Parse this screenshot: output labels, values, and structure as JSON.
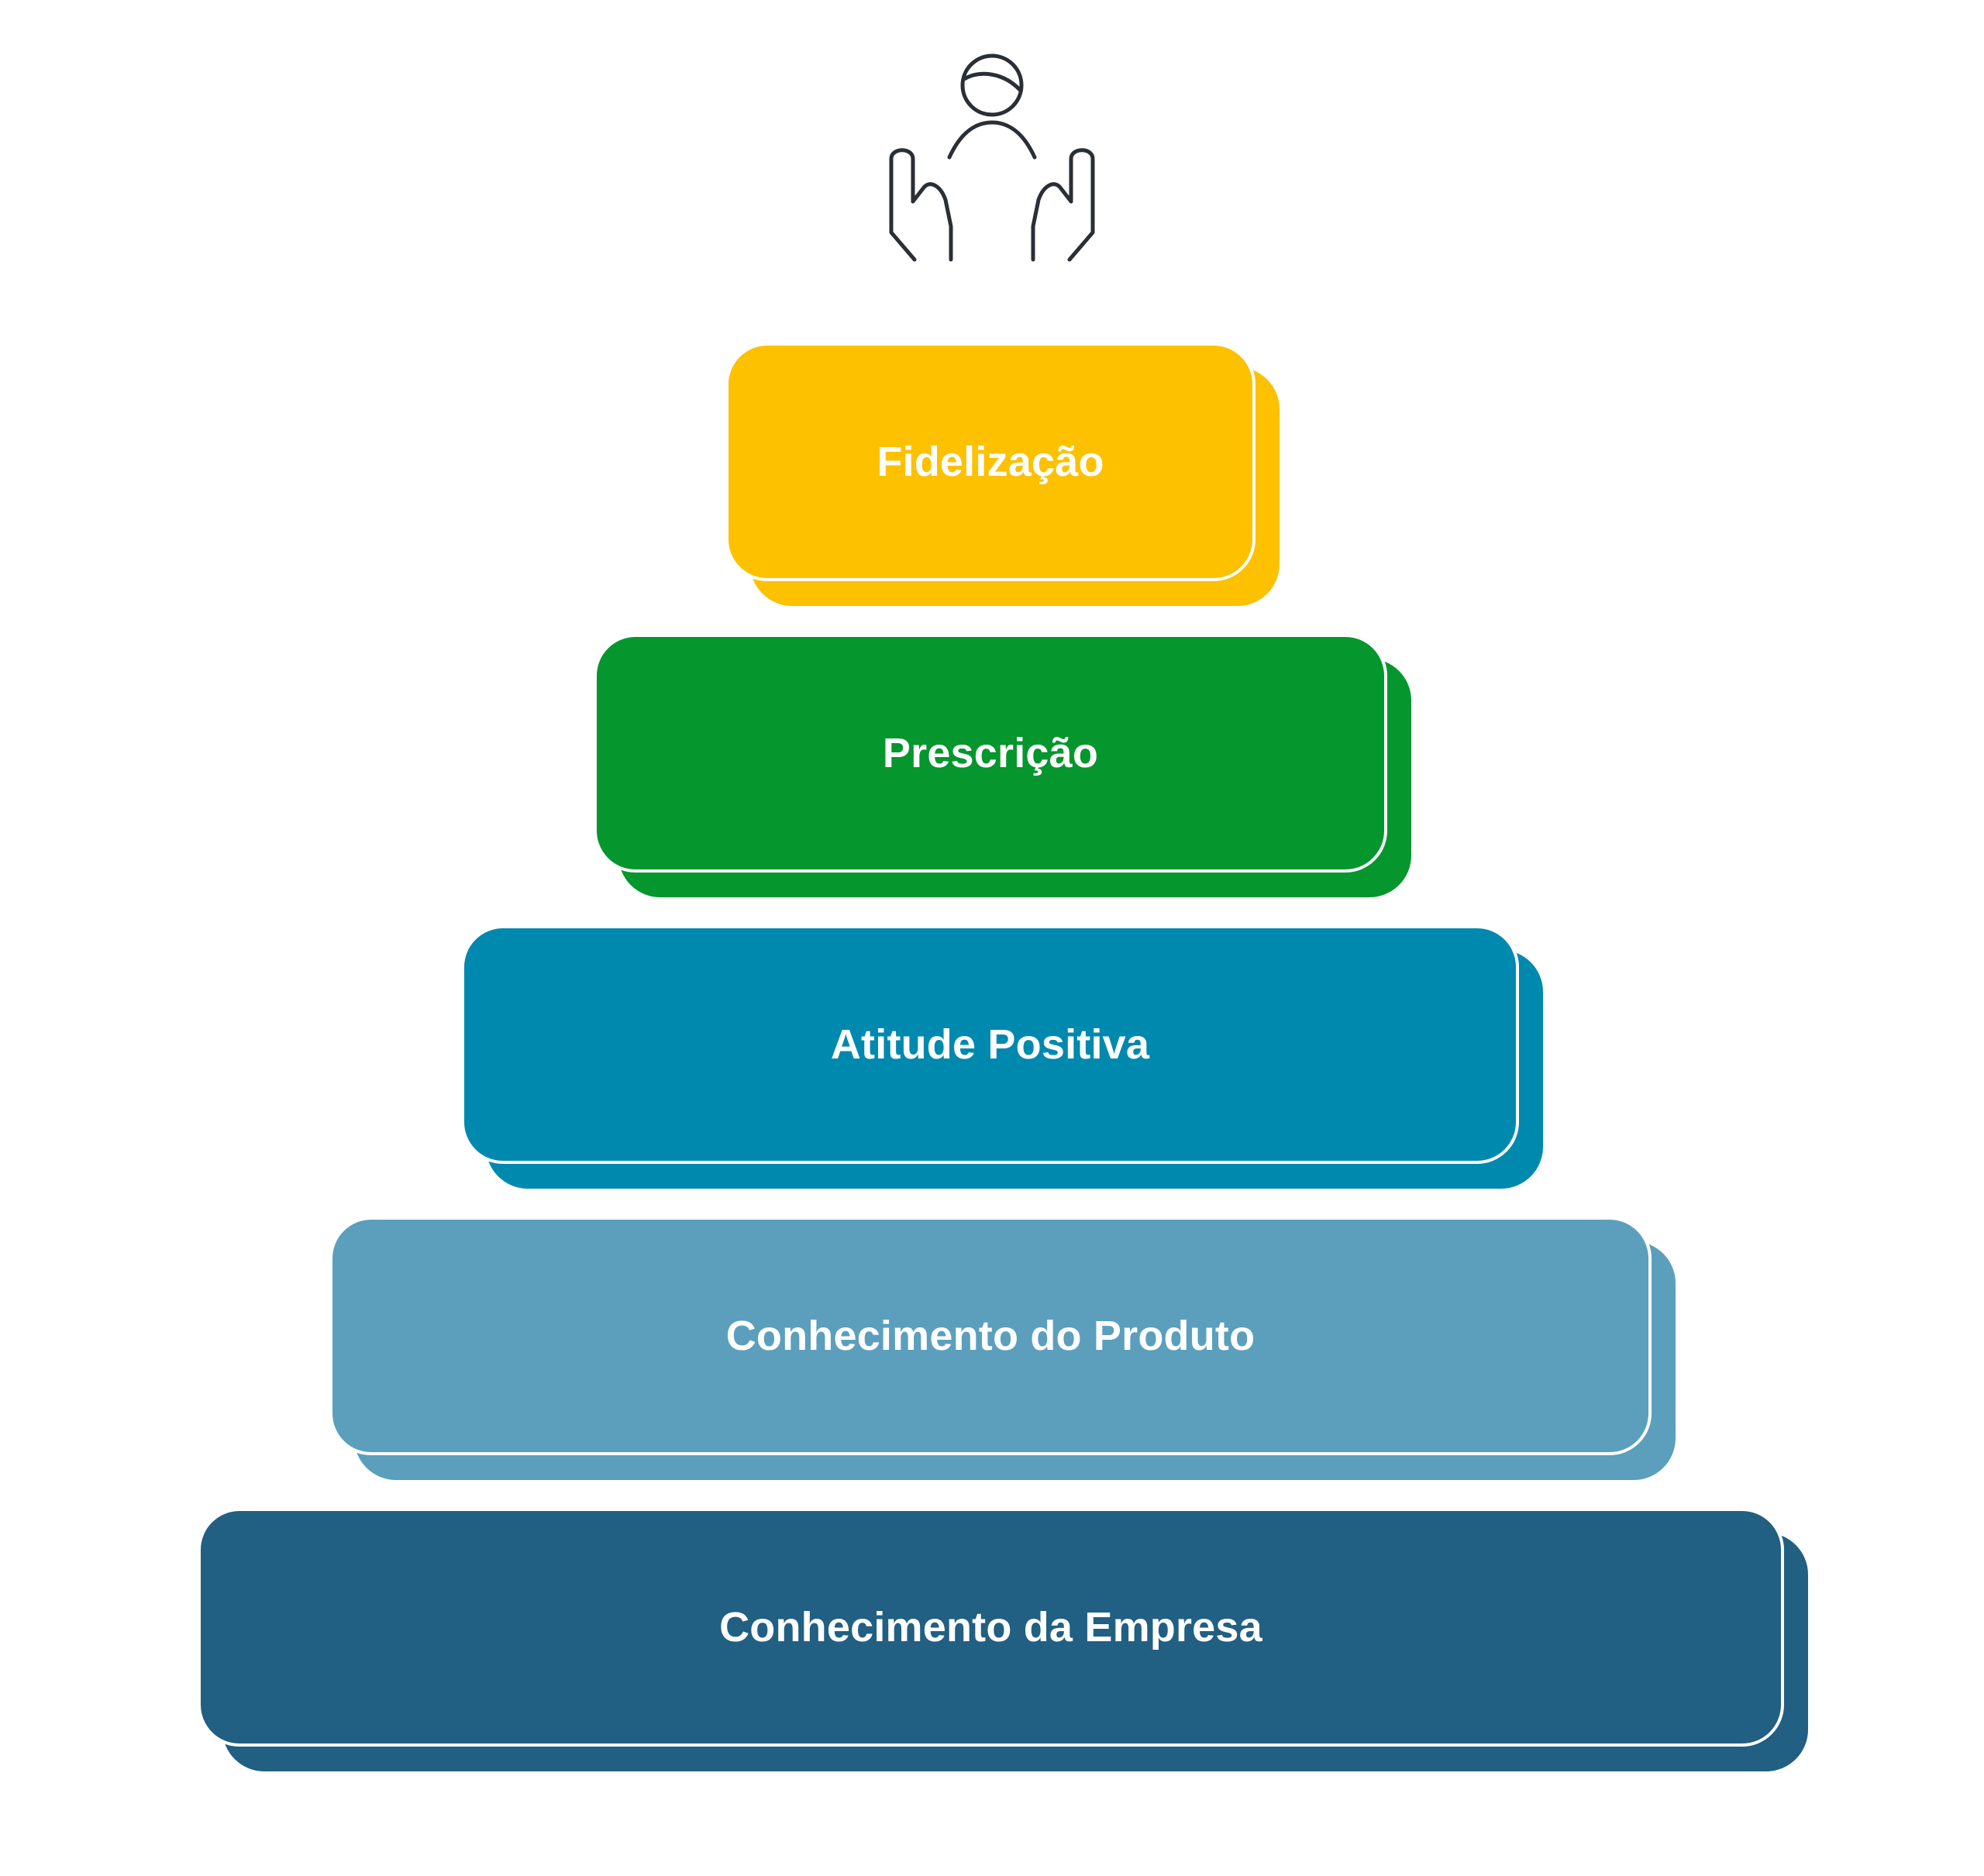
{
  "icon": {
    "name": "hands-holding-person-icon",
    "stroke_color": "#2a2f36"
  },
  "levels": [
    {
      "label": "Fidelização",
      "color": "#fdc100"
    },
    {
      "label": "Prescrição",
      "color": "#05962e"
    },
    {
      "label": "Atitude Positiva",
      "color": "#0089ae"
    },
    {
      "label": "Conhecimento do Produto",
      "color": "#5b9fbd"
    },
    {
      "label": "Conhecimento da Empresa",
      "color": "#215f83"
    }
  ]
}
